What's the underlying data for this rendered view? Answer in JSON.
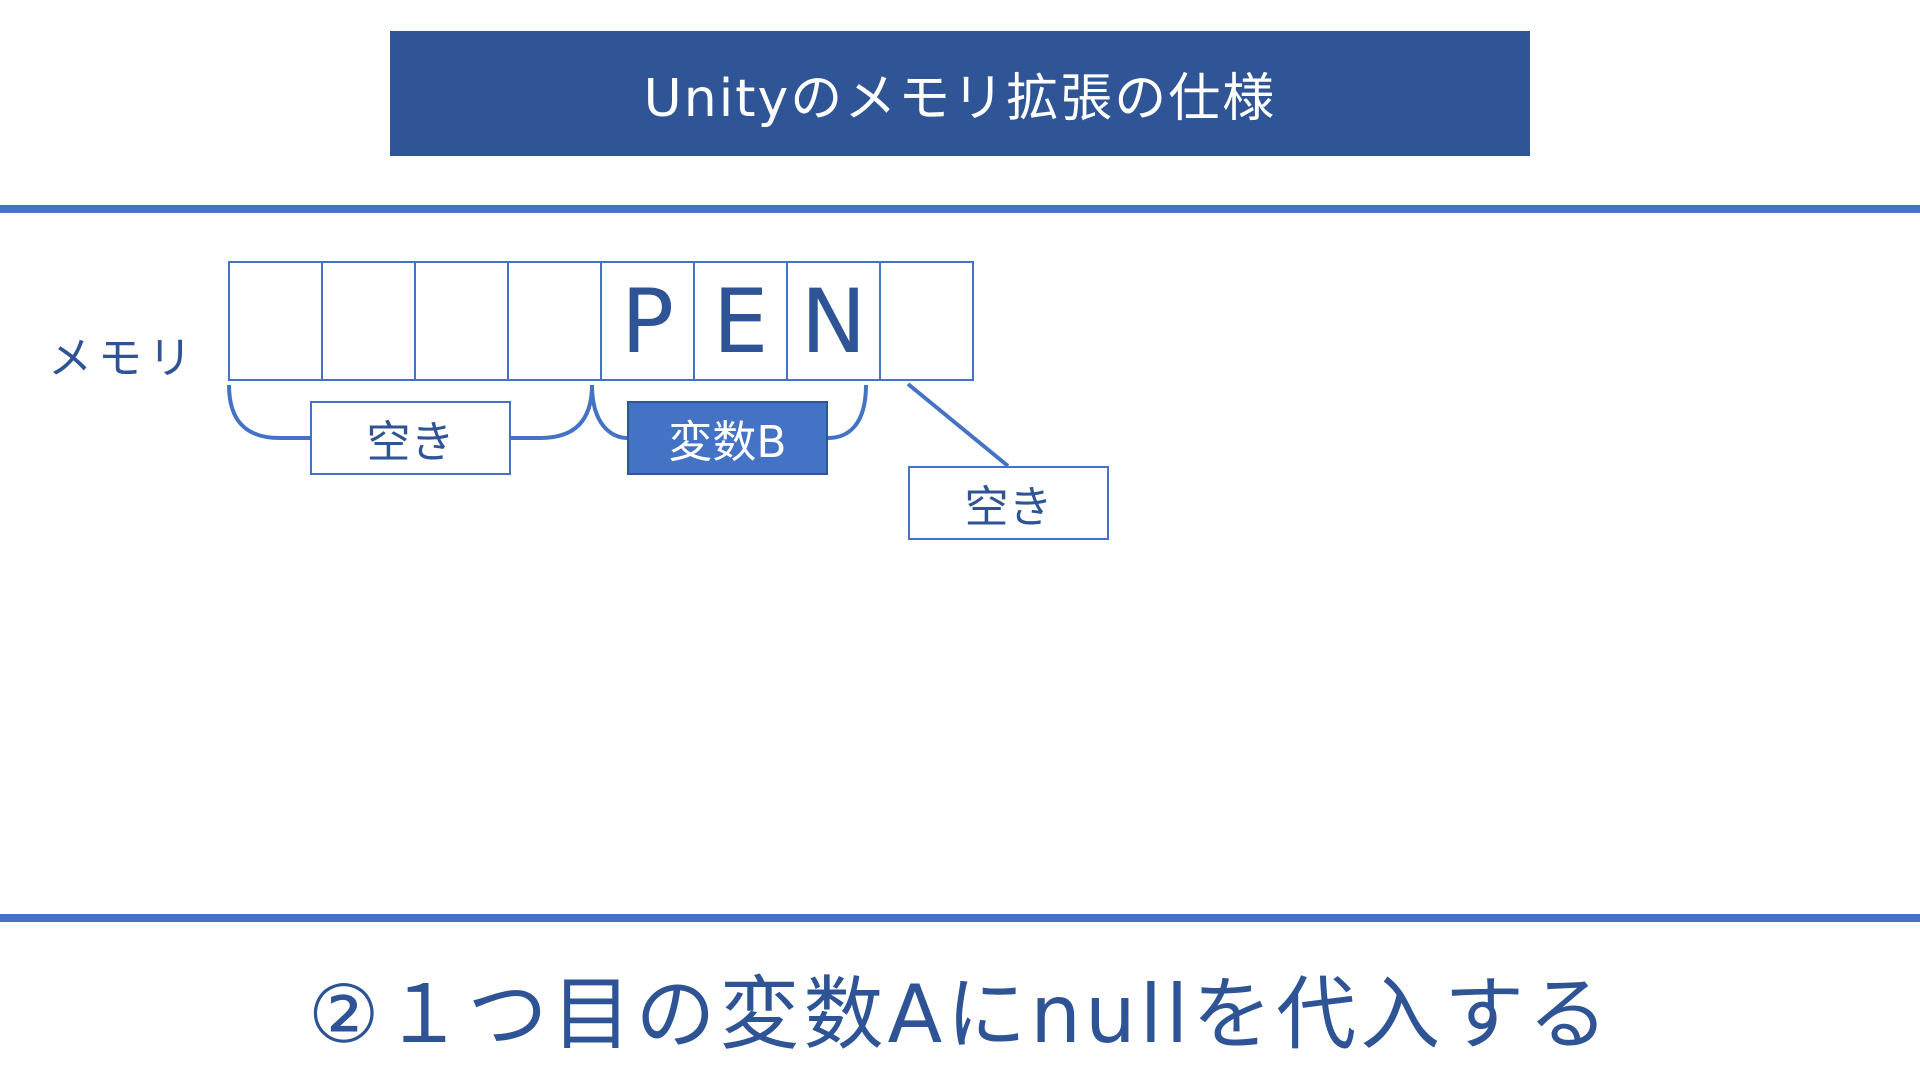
{
  "title": "Unityのメモリ拡張の仕様",
  "memory": {
    "label": "メモリ",
    "cells": [
      "",
      "",
      "",
      "",
      "P",
      "E",
      "N",
      ""
    ]
  },
  "tags": {
    "empty_left": "空き",
    "variable_b": "変数B",
    "empty_right": "空き"
  },
  "caption": "②１つ目の変数Aにnullを代入する",
  "colors": {
    "title_bg": "#2F5597",
    "accent": "#4472C4",
    "text": "#2F5496"
  }
}
